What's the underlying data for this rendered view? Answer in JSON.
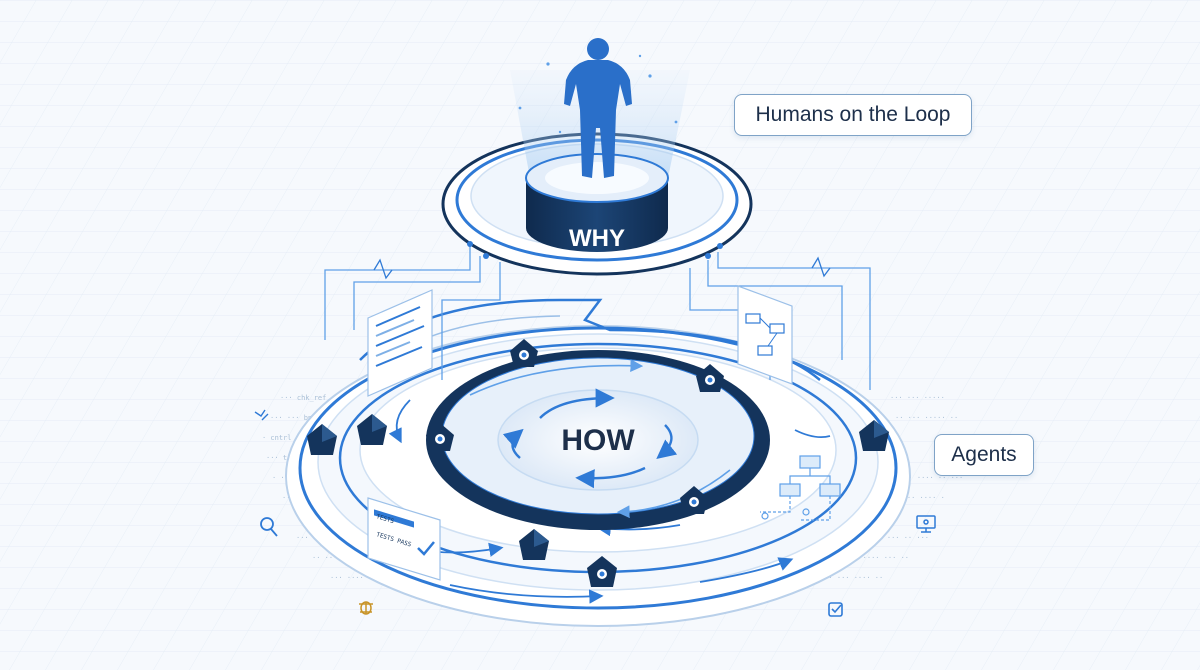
{
  "labels": {
    "why": "WHY",
    "how": "HOW",
    "humans_on_the_loop": "Humans on the Loop",
    "agents": "Agents"
  },
  "panel_text": {
    "test_1": "TESTS",
    "test_2": "TESTS PASS"
  },
  "colors": {
    "background": "#f6f9fd",
    "navy": "#14345c",
    "accent_blue": "#2f7ad6",
    "light_ring": "#e9f1fb",
    "callout_border": "#7fa3c7"
  },
  "icons": [
    "person-silhouette-icon",
    "agent-node-icon",
    "rotate-arrows-icon",
    "search-icon",
    "bug-icon",
    "checkbox-icon",
    "monitor-icon",
    "code-panel-icon",
    "flowchart-panel-icon"
  ]
}
